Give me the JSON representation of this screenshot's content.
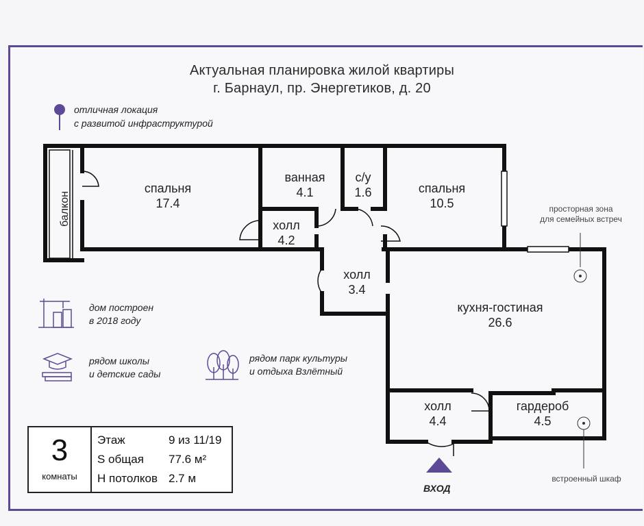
{
  "title": {
    "line1": "Актуальная  планировка жилой квартиры",
    "line2": "г. Барнаул, пр. Энергетиков, д. 20"
  },
  "location": {
    "line1": "отличная локация",
    "line2": "с развитой инфраструктурой",
    "icon": "map-pin-icon"
  },
  "rooms": [
    {
      "key": "balcony",
      "name": "балкон",
      "area": ""
    },
    {
      "key": "bedroom1",
      "name": "спальня",
      "area": "17.4"
    },
    {
      "key": "bathroom",
      "name": "ванная",
      "area": "4.1"
    },
    {
      "key": "toilet",
      "name": "с/у",
      "area": "1.6"
    },
    {
      "key": "bedroom2",
      "name": "спальня",
      "area": "10.5"
    },
    {
      "key": "hall1",
      "name": "холл",
      "area": "4.2"
    },
    {
      "key": "hall2",
      "name": "холл",
      "area": "3.4"
    },
    {
      "key": "kitchen",
      "name": "кухня-гостиная",
      "area": "26.6"
    },
    {
      "key": "hall3",
      "name": "холл",
      "area": "4.4"
    },
    {
      "key": "wardrobe",
      "name": "гардероб",
      "area": "4.5"
    }
  ],
  "notes": {
    "family_zone_line1": "просторная зона",
    "family_zone_line2": "для семейных встреч",
    "closet": "встроенный шкаф",
    "entry": "ВХОД"
  },
  "features": [
    {
      "line1": "дом построен",
      "line2": "в 2018 году",
      "icon": "building-crane-icon"
    },
    {
      "line1": "рядом школы",
      "line2": "и детские сады",
      "icon": "graduation-cap-books-icon"
    },
    {
      "line1": "рядом парк культуры",
      "line2": "и отдыха Взлётный",
      "icon": "trees-icon"
    }
  ],
  "info": {
    "rooms_count": "3",
    "rooms_label": "комнаты",
    "floor_label": "Этаж",
    "floor_value": "9 из 11/19",
    "area_label": "S общая",
    "area_value": "77.6 м²",
    "ceiling_label": "Н потолков",
    "ceiling_value": "2.7 м"
  },
  "colors": {
    "accent": "#5c4a96",
    "wall": "#111111"
  }
}
